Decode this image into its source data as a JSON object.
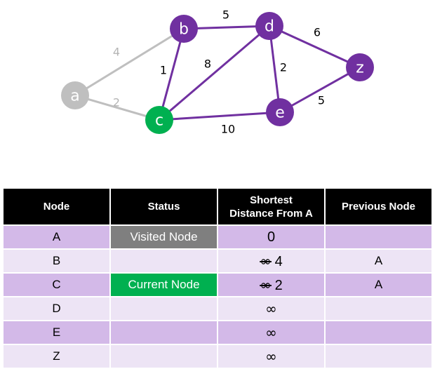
{
  "colors": {
    "visited": "#bfbfbf",
    "current": "#00b050",
    "unvisited": "#7030a0",
    "edge_muted": "#bfbfbf",
    "edge_active": "#7030a0"
  },
  "graph": {
    "nodes": [
      {
        "id": "a",
        "label": "a",
        "state": "visited"
      },
      {
        "id": "b",
        "label": "b",
        "state": "unvisited"
      },
      {
        "id": "c",
        "label": "c",
        "state": "current"
      },
      {
        "id": "d",
        "label": "d",
        "state": "unvisited"
      },
      {
        "id": "e",
        "label": "e",
        "state": "unvisited"
      },
      {
        "id": "z",
        "label": "z",
        "state": "unvisited"
      }
    ],
    "edges": [
      {
        "from": "a",
        "to": "b",
        "weight": "4",
        "muted": true
      },
      {
        "from": "a",
        "to": "c",
        "weight": "2",
        "muted": true
      },
      {
        "from": "b",
        "to": "c",
        "weight": "1",
        "muted": false
      },
      {
        "from": "b",
        "to": "d",
        "weight": "5",
        "muted": false
      },
      {
        "from": "c",
        "to": "d",
        "weight": "8",
        "muted": false
      },
      {
        "from": "c",
        "to": "e",
        "weight": "10",
        "muted": false
      },
      {
        "from": "d",
        "to": "e",
        "weight": "2",
        "muted": false
      },
      {
        "from": "d",
        "to": "z",
        "weight": "6",
        "muted": false
      },
      {
        "from": "e",
        "to": "z",
        "weight": "5",
        "muted": false
      }
    ]
  },
  "table": {
    "headers": {
      "node": "Node",
      "status": "Status",
      "distance_line1": "Shortest",
      "distance_line2": "Distance From A",
      "previous": "Previous Node"
    },
    "rows": [
      {
        "node": "A",
        "status": "Visited Node",
        "old_distance": "",
        "distance": "0",
        "previous": ""
      },
      {
        "node": "B",
        "status": "",
        "old_distance": "∞",
        "distance": "4",
        "previous": "A"
      },
      {
        "node": "C",
        "status": "Current Node",
        "old_distance": "∞",
        "distance": "2",
        "previous": "A"
      },
      {
        "node": "D",
        "status": "",
        "old_distance": "",
        "distance": "∞",
        "previous": ""
      },
      {
        "node": "E",
        "status": "",
        "old_distance": "",
        "distance": "∞",
        "previous": ""
      },
      {
        "node": "Z",
        "status": "",
        "old_distance": "",
        "distance": "∞",
        "previous": ""
      }
    ]
  }
}
